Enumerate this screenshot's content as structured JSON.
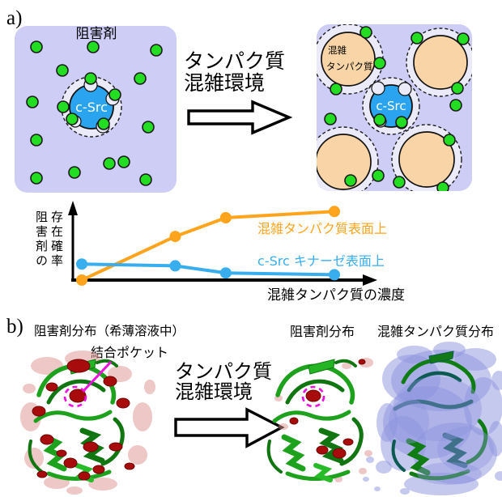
{
  "panel_a": {
    "label": "a)",
    "dilute_box": {
      "inhibitor_label": "阻害剤",
      "c_src_label": "c-Src"
    },
    "arrow_caption": {
      "line1": "タンパク質",
      "line2": "混雑環境"
    },
    "crowded_box": {
      "crowder_label_line1": "混雑",
      "crowder_label_line2": "タンパク質",
      "c_src_label": "c-Src"
    }
  },
  "chart_data": {
    "type": "line",
    "title": "",
    "xlabel": "混雑タンパク質の濃度",
    "ylabel": "阻害剤の存在確率",
    "ylabel_lines": [
      "阻害剤の",
      "存在確率"
    ],
    "x_frac": [
      0,
      0.37,
      0.57,
      1
    ],
    "ylim": [
      0,
      1
    ],
    "axis_style": "arrow-ended qualitative axes, no ticks, no gridlines",
    "legend_position": "inline labels next to lines",
    "series": [
      {
        "name": "混雑タンパク質表面上",
        "color": "#ffa41c",
        "values": [
          0,
          0.49,
          0.7,
          0.77
        ]
      },
      {
        "name": "c-Src キナーゼ表面上",
        "color": "#38aeee",
        "values": [
          0.18,
          0.16,
          0.08,
          0.06
        ]
      }
    ]
  },
  "panel_b": {
    "label": "b)",
    "dilute_title": "阻害剤分布（希薄溶液中）",
    "binding_pocket_label": "結合ポケット",
    "arrow_caption": {
      "line1": "タンパク質",
      "line2": "混雑環境"
    },
    "inhibitor_dist_title": "阻害剤分布",
    "crowder_dist_title": "混雑タンパク質分布"
  },
  "colors": {
    "solution_bg": "#cdcdf6",
    "halo": "#eaeaf9",
    "inhibitor_green": "#23dd23",
    "c_src_blue": "#2aa4ee",
    "crowder_peach": "#f8d4a6",
    "pocket_magenta": "#ee10dd",
    "inhibitor_density_red": "#a80b0b",
    "crowder_density_purple": "#8d93de"
  }
}
